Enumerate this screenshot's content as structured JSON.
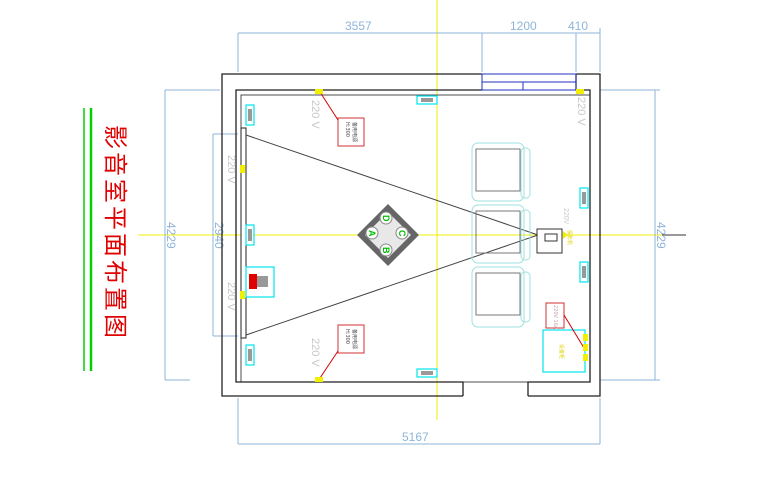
{
  "title": "影音室平面布置图",
  "dimensions": {
    "top_left": "3557",
    "top_middle": "1200",
    "top_right": "410",
    "bottom": "5167",
    "left_outer": "4229",
    "left_inner": "2940",
    "right": "4229"
  },
  "voltage_labels": {
    "top": "220 V",
    "bottom": "220 V",
    "left_upper": "220 V",
    "left_lower": "220 V",
    "right_upper": "220 V",
    "projector": "220V"
  },
  "notes": {
    "top_label_line1": "备用电源",
    "top_label_line2": "H:300",
    "bottom_label_line1": "备用电源",
    "bottom_label_line2": "H:300",
    "cabinet_note": "220V 16A",
    "projector_label": "投影机",
    "cabinet_label": "设备柜"
  },
  "speaker_letters": [
    "A",
    "B",
    "C",
    "D"
  ],
  "colors": {
    "wall": "#222222",
    "dimension": "#8fb4d8",
    "axis": "#f0f000",
    "title": "#e00000",
    "title_rule": "#00d000",
    "outlet": "#00e5f0",
    "sofa": "#9fe0e0",
    "label_box": "#d03030"
  }
}
